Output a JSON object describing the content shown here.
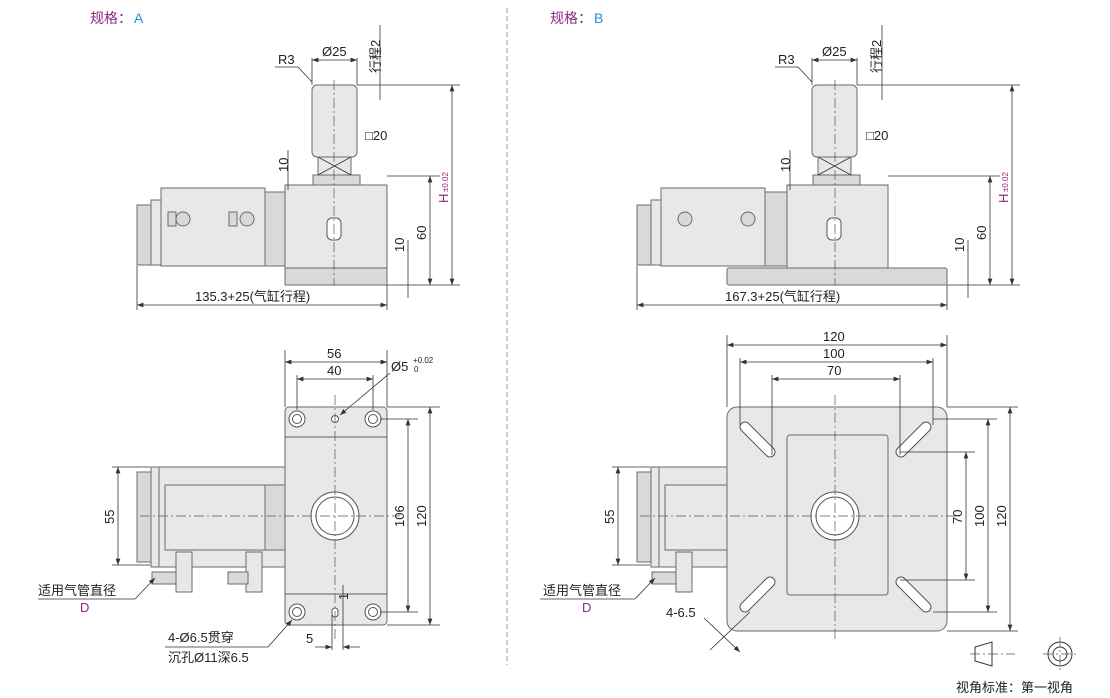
{
  "view_a": {
    "spec_label": "规格：",
    "spec_value": "A",
    "side": {
      "r3": "R3",
      "d25": "Ø25",
      "stroke2": "行程2",
      "sq20": "□20",
      "d10a": "10",
      "h": "H",
      "h_tol": "±0.02",
      "d60": "60",
      "d10b": "10",
      "length": "135.3+25(气缸行程)"
    },
    "top": {
      "d56": "56",
      "d40": "40",
      "pin": "Ø5",
      "pin_tol_upper": "+0.02",
      "pin_tol_lower": "0",
      "d106": "106",
      "d120": "120",
      "d55": "55",
      "d1": "1",
      "d5": "5",
      "tube_label": "适用气管直径",
      "tube_value": "D",
      "hole_note1": "4-Ø6.5贯穿",
      "hole_note2": "沉孔Ø11深6.5"
    }
  },
  "view_b": {
    "spec_label": "规格：",
    "spec_value": "B",
    "side": {
      "r3": "R3",
      "d25": "Ø25",
      "stroke2": "行程2",
      "sq20": "□20",
      "d10a": "10",
      "h": "H",
      "h_tol": "±0.02",
      "d60": "60",
      "d10b": "10",
      "length": "167.3+25(气缸行程)"
    },
    "top": {
      "d120h": "120",
      "d100h": "100",
      "d70h": "70",
      "d70v": "70",
      "d100v": "100",
      "d120v": "120",
      "d55": "55",
      "tube_label": "适用气管直径",
      "tube_value": "D",
      "slot_note": "4-6.5"
    }
  },
  "projection": {
    "label": "视角标准：第一视角"
  }
}
